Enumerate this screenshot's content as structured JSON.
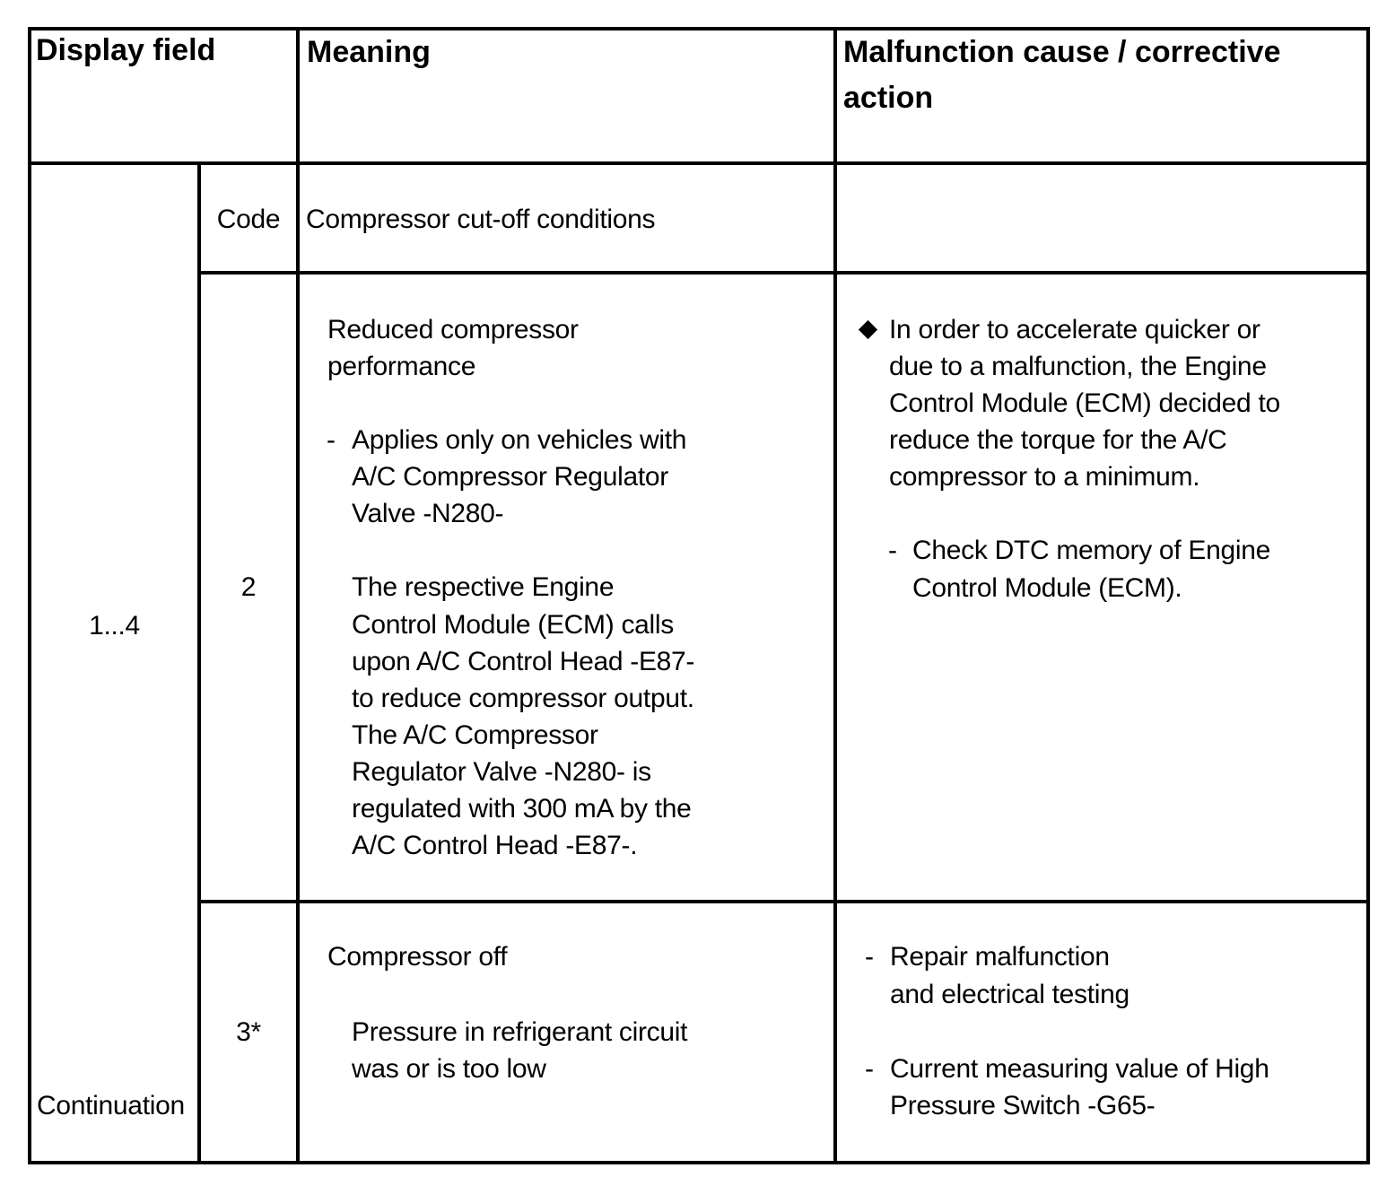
{
  "table": {
    "headers": {
      "display_field": "Display field",
      "meaning": "Meaning",
      "malfunction_line1": "Malfunction cause / corrective",
      "malfunction_line2": "action"
    },
    "group_value": "1...4",
    "group_continuation": "Continuation",
    "rows": [
      {
        "code": "Code",
        "meaning": "Compressor cut-off conditions"
      },
      {
        "code": "2",
        "meaning_title": [
          "Reduced compressor",
          "performance"
        ],
        "meaning_dash": "-",
        "meaning_sub": [
          "Applies only on vehicles with",
          "A/C Compressor Regulator",
          "Valve -N280-"
        ],
        "meaning_para": [
          "The respective Engine",
          "Control Module (ECM) calls",
          "upon A/C Control Head -E87-",
          "to reduce compressor output.",
          "The A/C Compressor",
          "Regulator Valve -N280- is",
          "regulated with 300 mA by the",
          "A/C Control Head -E87-."
        ],
        "cause_bullet": [
          "In order to accelerate quicker or",
          "due to a malfunction, the Engine",
          "Control Module (ECM) decided to",
          "reduce the torque for the A/C",
          "compressor to a minimum."
        ],
        "cause_dash": "-",
        "cause_sub": [
          "Check DTC memory of Engine",
          "Control Module (ECM)."
        ]
      },
      {
        "code": "3*",
        "meaning_title": "Compressor off",
        "meaning_sub": [
          "Pressure in refrigerant circuit",
          "was or is too low"
        ],
        "cause_dash": "-",
        "cause_item1": [
          "Repair malfunction",
          "and electrical testing"
        ],
        "cause_item2": [
          "Current measuring value of High",
          "Pressure Switch -G65-"
        ]
      }
    ]
  }
}
